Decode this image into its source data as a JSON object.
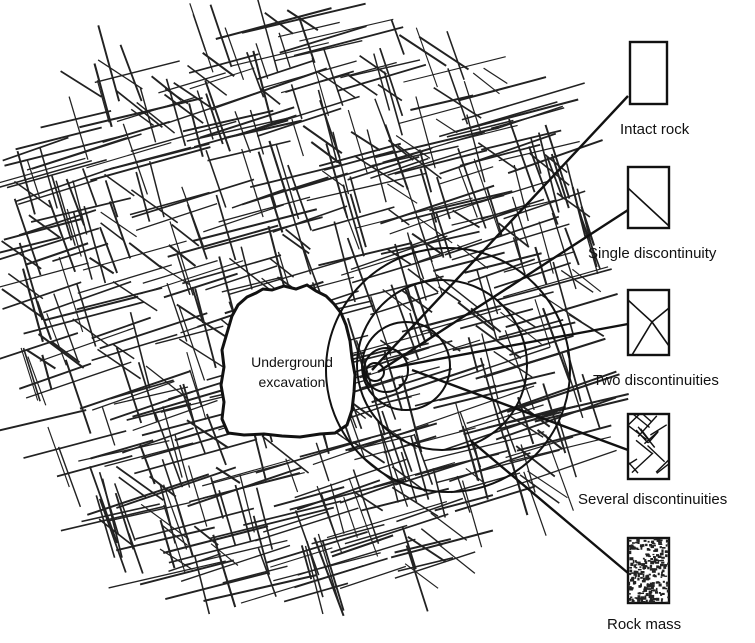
{
  "diagram": {
    "excavation_label": [
      "Underground",
      "excavation"
    ],
    "scale_items": [
      {
        "id": "intact",
        "label": "Intact rock"
      },
      {
        "id": "single",
        "label": "Single discontinuity"
      },
      {
        "id": "two",
        "label": "Two discontinuities"
      },
      {
        "id": "several",
        "label": "Several discontinuities"
      },
      {
        "id": "mass",
        "label": "Rock mass"
      }
    ],
    "colors": {
      "ink": "#111111",
      "background": "#ffffff"
    }
  }
}
